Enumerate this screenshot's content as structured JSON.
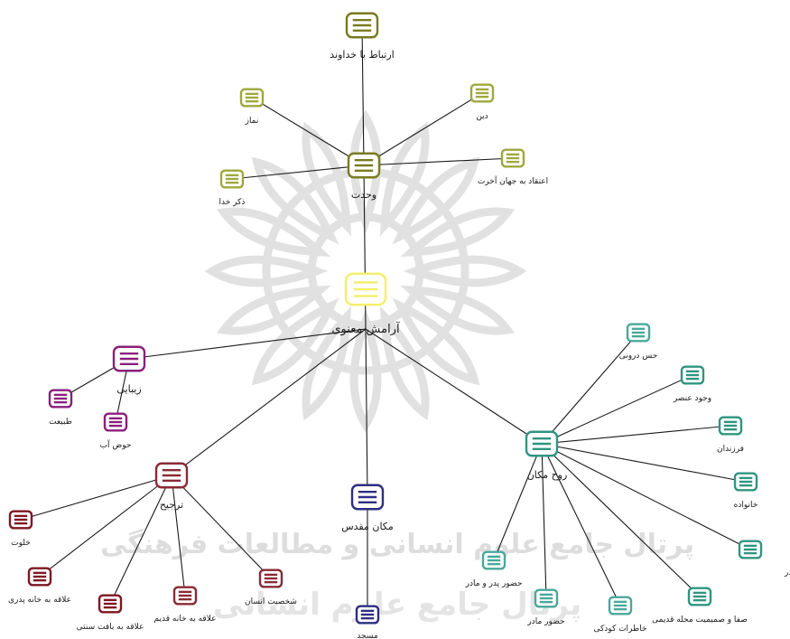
{
  "watermark": {
    "line1": "پرتال جامع علوم انسانی و مطالعات فرهنگی",
    "line2": "پرتال جامع علوم انسانی"
  },
  "colors": {
    "center": "#f4ee6b",
    "olive_dark": "#7a7a22",
    "olive_light": "#9fa83e",
    "purple": "#8b1f7c",
    "maroon": "#8a2a36",
    "maroon_dark": "#7f1722",
    "navy": "#2e2e80",
    "teal": "#2f9580",
    "teal_light": "#4aa89a"
  },
  "nodes": {
    "center": "آرامش معنوی",
    "vahdat": "وحدت",
    "ertebat": "ارتباط با خداوند",
    "namaz": "نماز",
    "din": "دین",
    "zekr": "ذکر خدا",
    "eteghad": "اعتقاد به جهان آخرت",
    "zibayi": "زیبایی",
    "tabiat": "طبیعت",
    "hoz": "حوض آب",
    "tarjih": "ترجیح",
    "khalvat": "خلوت",
    "pedari": "علاقه به خانه پدری",
    "sonnati": "علاقه به بافت سنتی",
    "ghadim": "علاقه به خانه قدیم",
    "shakhsiat": "شخصیت انسان",
    "makan_moghaddas": "مکان مقدس",
    "masjed": "مسجد",
    "rouh_makan": "روح مکان",
    "hes_darouni": "حس درونی",
    "vojoud": "وجود عنصر",
    "farzandan": "فرزندان",
    "khanevade": "خانواده",
    "yad": "یاد و خاطره پدر و مادر",
    "safa": "صفا و صمیمیت محله قدیمی",
    "khatere": "خاطرات کودکی",
    "hozour_madar": "حضور مادر",
    "hozour_pedar": "حضور پدر و مادر"
  }
}
